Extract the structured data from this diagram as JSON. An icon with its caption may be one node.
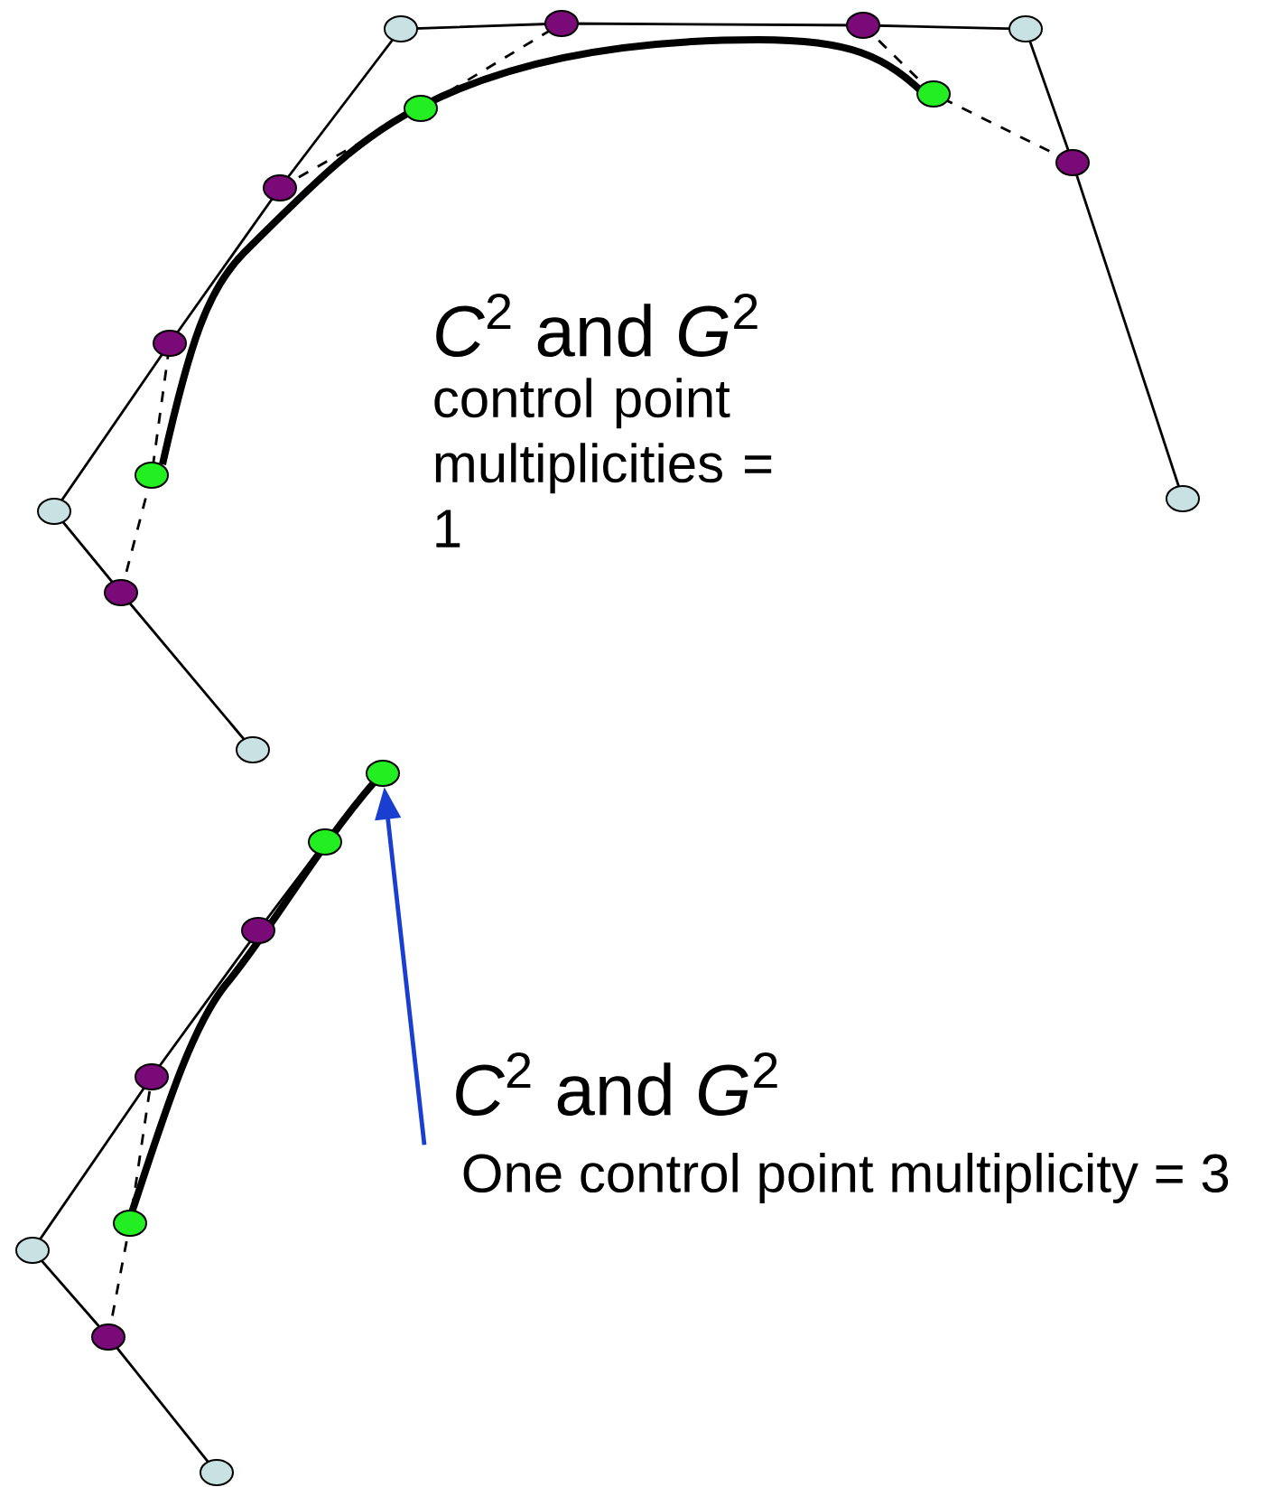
{
  "diagram": {
    "nodes": [
      {
        "text": [
          "One control point multiplicity = 3"
        ]
      },
      {
        "text": [],
        "shape": "circle"
      }
    ],
    "edges": [
      {
        "from": 0,
        "to": 1,
        "arrow": "to",
        "color": "#1a3fd0"
      }
    ],
    "labels": [
      "*C*$^{2}$ and *G*$^{2}$",
      "control point multiplicities = 1",
      "*C*$^{2}$ and *G*$^{2}$"
    ]
  }
}
